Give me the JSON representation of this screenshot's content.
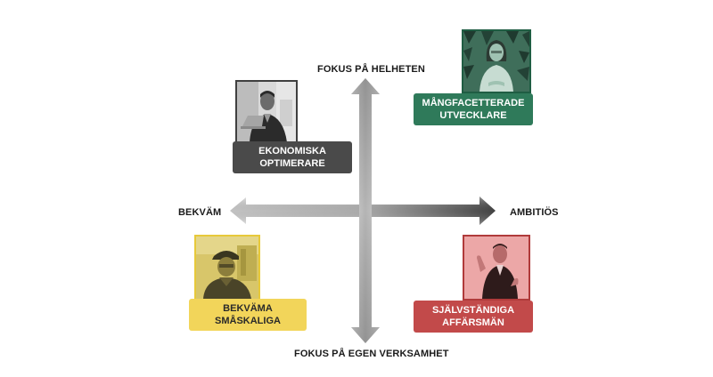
{
  "axes": {
    "top": "FOKUS PÅ HELHETEN",
    "bottom": "FOKUS PÅ EGEN VERKSAMHET",
    "left": "BEKVÄM",
    "right": "AMBITIÖS"
  },
  "quadrants": {
    "top_left": {
      "line1": "EKONOMISKA",
      "line2": "OPTIMERARE",
      "color": "#4a4a4a"
    },
    "top_right": {
      "line1": "MÅNGFACETTERADE",
      "line2": "UTVECKLARE",
      "color": "#2f7a5a"
    },
    "bottom_left": {
      "line1": "BEKVÄMA",
      "line2": "SMÅSKALIGA",
      "color": "#f2d55a"
    },
    "bottom_right": {
      "line1": "SJÄLVSTÄNDIGA",
      "line2": "AFFÄRSMÄN",
      "color": "#c24a4a"
    }
  }
}
